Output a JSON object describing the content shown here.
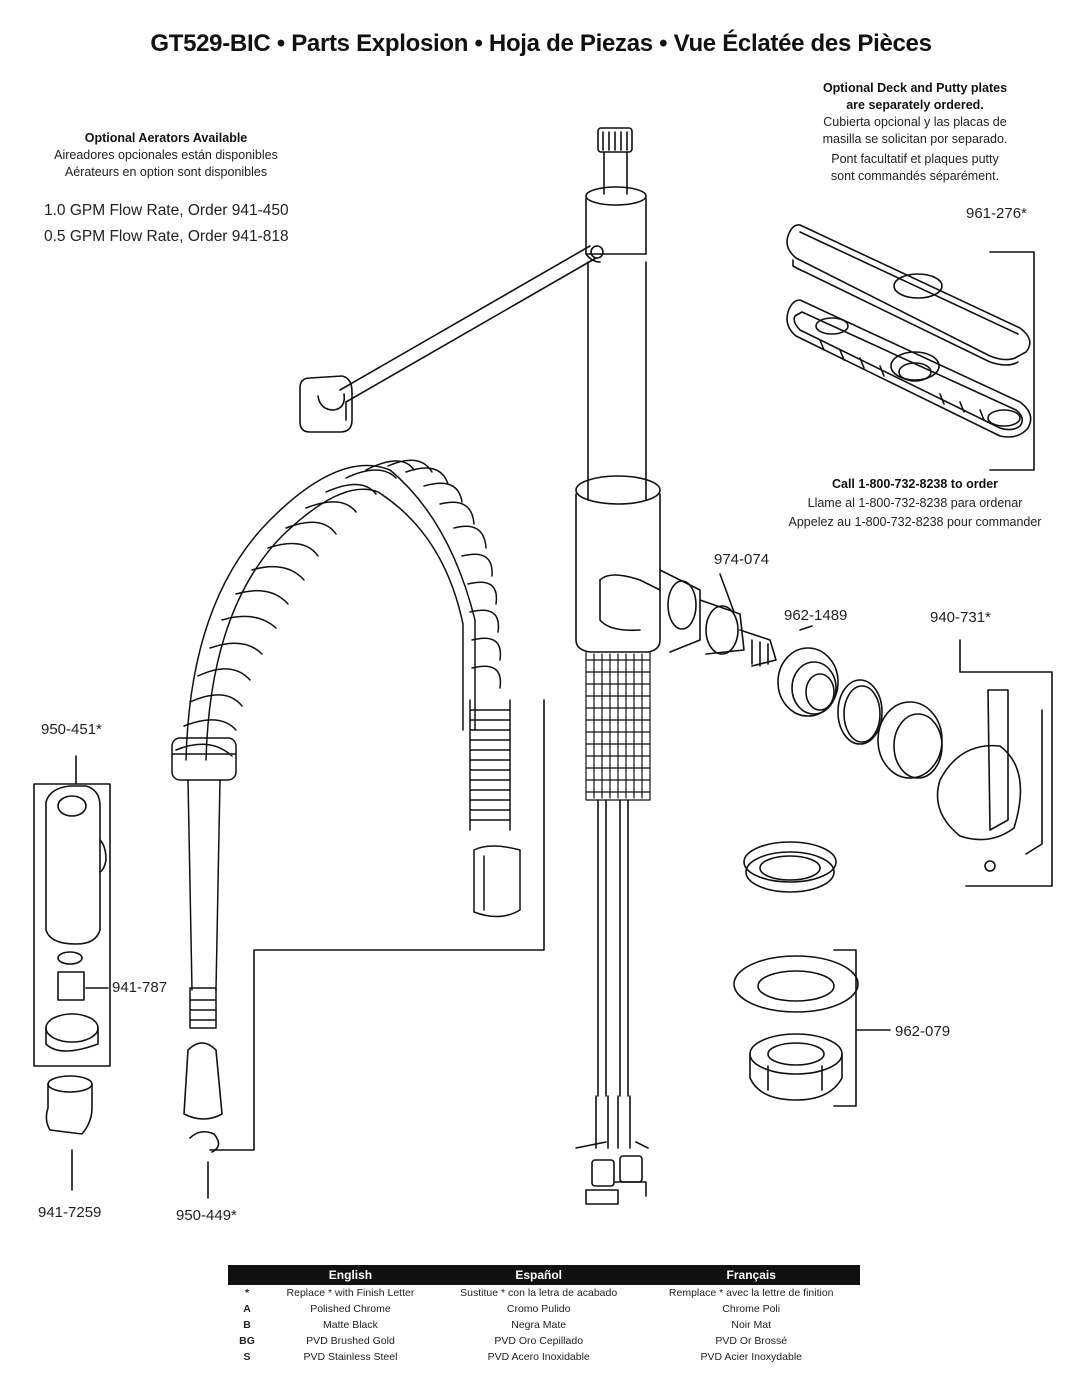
{
  "title": "GT529-BIC  •  Parts Explosion  •  Hoja de Piezas  •  Vue Éclatée des Pièces",
  "aerators": {
    "heading": "Optional Aerators Available",
    "es": "Aireadores opcionales están disponibles",
    "fr": "Aérateurs en option sont disponibles",
    "rate1": "1.0 GPM Flow Rate, Order 941-450",
    "rate2": "0.5 GPM Flow Rate, Order 941-818"
  },
  "deck_plates": {
    "heading1": "Optional Deck and Putty plates",
    "heading2": "are separately ordered.",
    "es1": "Cubierta opcional y las placas de",
    "es2": "masilla se solicitan por separado.",
    "fr1": "Pont facultatif et plaques putty",
    "fr2": "sont commandés séparément."
  },
  "order": {
    "heading": "Call 1-800-732-8238 to order",
    "es": "Llame al 1-800-732-8238 para ordenar",
    "fr": "Appelez au 1-800-732-8238 pour commander"
  },
  "parts": {
    "p961_276": "961-276*",
    "p974_074": "974-074",
    "p962_1489": "962-1489",
    "p940_731": "940-731*",
    "p950_451": "950-451*",
    "p941_787": "941-787",
    "p962_079": "962-079",
    "p941_7259": "941-7259",
    "p950_449": "950-449*"
  },
  "legend": {
    "headers": [
      "",
      "English",
      "Español",
      "Français"
    ],
    "rows": [
      [
        "*",
        "Replace * with Finish Letter",
        "Sustitue * con la letra de acabado",
        "Remplace * avec la lettre de finition"
      ],
      [
        "A",
        "Polished Chrome",
        "Cromo Pulido",
        "Chrome Poli"
      ],
      [
        "B",
        "Matte Black",
        "Negra Mate",
        "Noir Mat"
      ],
      [
        "BG",
        "PVD Brushed Gold",
        "PVD Oro Cepillado",
        "PVD Or Brossé"
      ],
      [
        "S",
        "PVD Stainless Steel",
        "PVD Acero Inoxidable",
        "PVD Acier Inoxydable"
      ]
    ]
  }
}
